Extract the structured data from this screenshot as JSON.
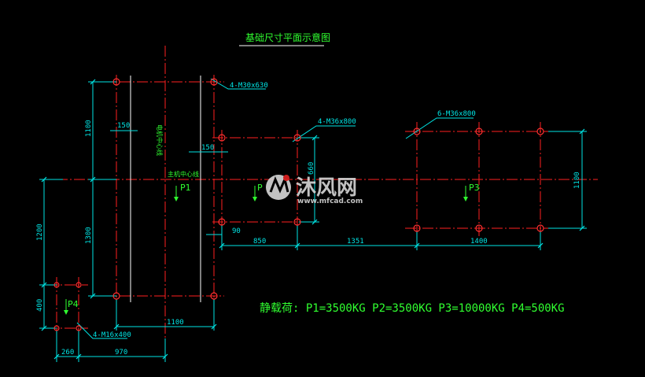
{
  "title": "基础尺寸平面示意图",
  "labels": {
    "bolt_a": "4-M30x630",
    "bolt_b": "4-M36x800",
    "bolt_c": "6-M36x800",
    "bolt_d": "4-M16x400",
    "axis_main": "主机中心线",
    "axis_motor": "电机中心线",
    "p1": "P1",
    "p2": "P",
    "p3": "P3",
    "p4": "P4"
  },
  "dims": {
    "d150a": "150",
    "d150b": "150",
    "d1100v": "1100",
    "d1300": "1300",
    "d1200": "1200",
    "d400": "400",
    "d1100h": "1100",
    "d970": "970",
    "d260": "260",
    "d90": "90",
    "d850": "850",
    "d1351": "1351",
    "d1400": "1400",
    "d1100r": "1100",
    "d660": "660"
  },
  "load_text": "静载荷: P1=3500KG    P2=3500KG    P3=10000KG    P4=500KG",
  "watermark": {
    "brand": "沐风网",
    "url": "www.mfcad.com"
  },
  "colors": {
    "background": "#000000",
    "dimension": "#00e5e5",
    "centerline": "#ff2020",
    "text": "#30ff30",
    "outline": "#ffffff"
  }
}
